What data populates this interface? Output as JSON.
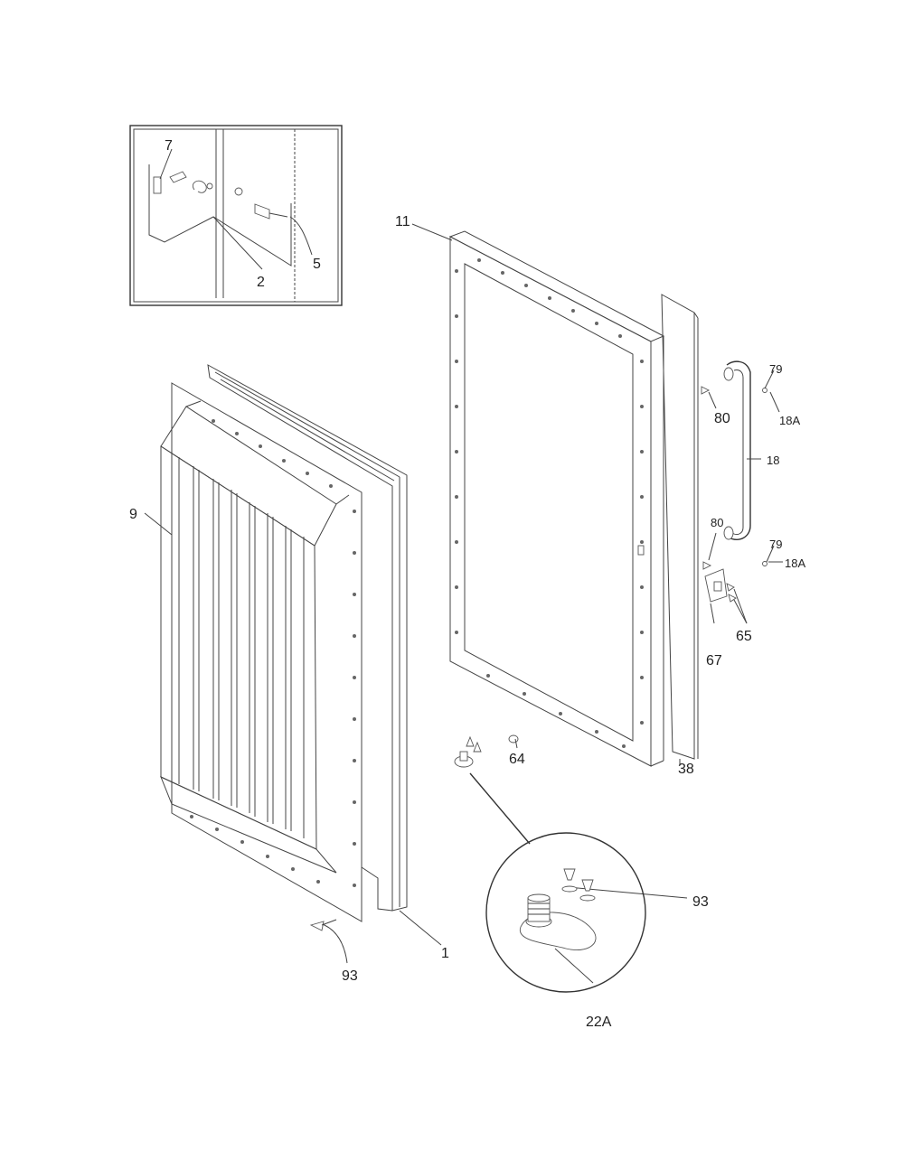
{
  "callouts": {
    "c7": "7",
    "c2": "2",
    "c5": "5",
    "c11": "11",
    "c9": "9",
    "c79a": "79",
    "c80a": "80",
    "c18A_a": "18A",
    "c18": "18",
    "c80b": "80",
    "c79b": "79",
    "c18A_b": "18A",
    "c65": "65",
    "c67": "67",
    "c64": "64",
    "c38": "38",
    "c93_right": "93",
    "c1": "1",
    "c93_left": "93",
    "c22A": "22A"
  },
  "colors": {
    "line": "#444444",
    "label": "#222222",
    "background": "#ffffff"
  }
}
